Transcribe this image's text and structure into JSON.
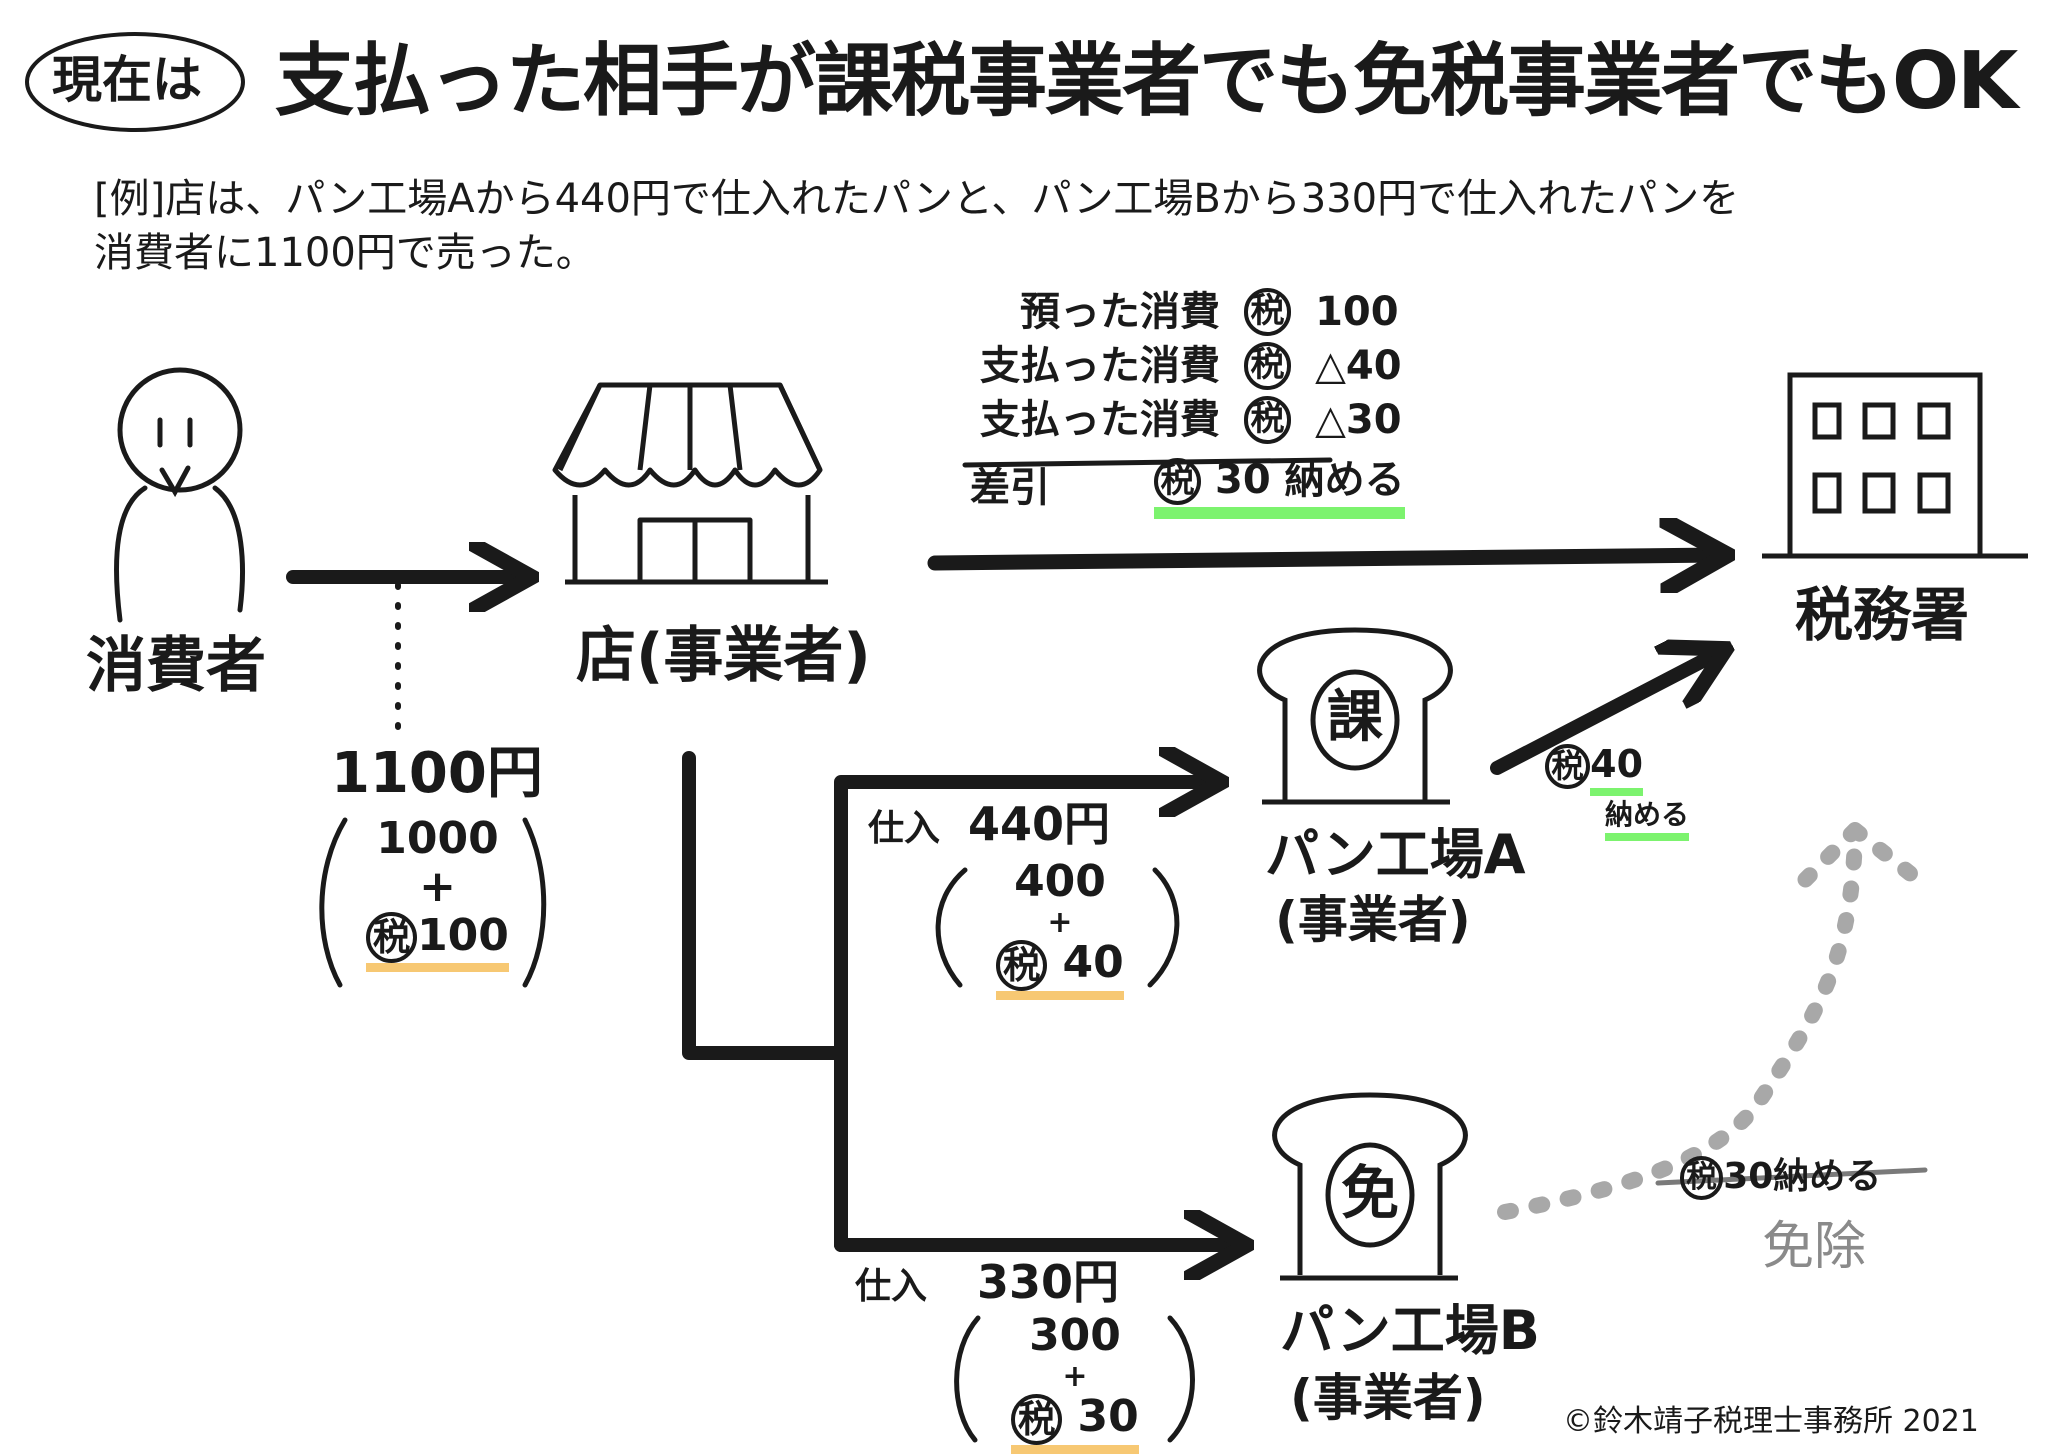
{
  "title": {
    "badge": "現在は",
    "headline": "支払った相手が課税事業者でも免税事業者でもOK"
  },
  "example": {
    "line1": "[例]店は、パン工場Aから440円で仕入れたパンと、パン工場Bから330円で仕入れたパンを",
    "line2": "消費者に1100円で売った。"
  },
  "tax_calc": {
    "rows": [
      {
        "label": "預った消費",
        "tax": "税",
        "amount": "100"
      },
      {
        "label": "支払った消費",
        "tax": "税",
        "amount": "△40"
      },
      {
        "label": "支払った消費",
        "tax": "税",
        "amount": "△30"
      }
    ],
    "result_label": "差引",
    "result_tax": "税",
    "result_amount": "30",
    "result_action": "納める"
  },
  "nodes": {
    "consumer": "消費者",
    "shop": "店(事業者)",
    "tax_office": "税務署",
    "factory_a": {
      "name": "パン工場A",
      "role": "(事業者)",
      "mark": "課"
    },
    "factory_b": {
      "name": "パン工場B",
      "role": "(事業者)",
      "mark": "免"
    }
  },
  "sale": {
    "total": "1100円",
    "base": "1000",
    "plus": "+",
    "tax": "税",
    "tax_amount": "100"
  },
  "purchase_a": {
    "label": "仕入",
    "total": "440円",
    "base": "400",
    "plus": "+",
    "tax": "税",
    "tax_amount": "40"
  },
  "purchase_b": {
    "label": "仕入",
    "total": "330円",
    "base": "300",
    "plus": "+",
    "tax": "税",
    "tax_amount": "30"
  },
  "factory_a_payment": {
    "tax": "税",
    "amount": "40",
    "action": "納める"
  },
  "factory_b_payment": {
    "tax": "税",
    "amount": "30",
    "action": "納める",
    "exempt": "免除"
  },
  "copyright": "©鈴木靖子税理士事務所 2021",
  "colors": {
    "ink": "#1a1a1a",
    "green": "#7cf36e",
    "orange": "#f7c873",
    "grey": "#9a9a9a"
  }
}
